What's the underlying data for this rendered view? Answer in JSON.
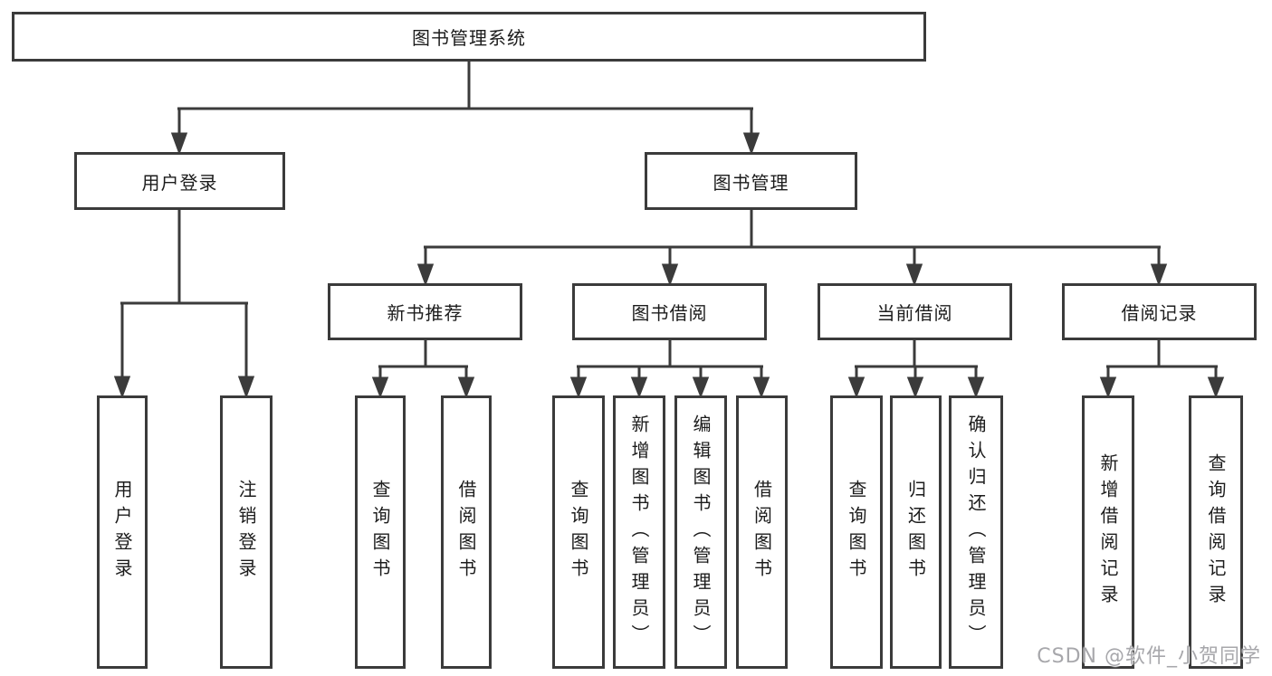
{
  "diagram": {
    "root": {
      "label": "图书管理系统"
    },
    "branches": [
      {
        "label": "用户登录",
        "children": [
          {
            "label": "用户登录"
          },
          {
            "label": "注销登录"
          }
        ]
      },
      {
        "label": "图书管理",
        "children": [
          {
            "label": "新书推荐",
            "children": [
              {
                "label": "查询图书"
              },
              {
                "label": "借阅图书"
              }
            ]
          },
          {
            "label": "图书借阅",
            "children": [
              {
                "label": "查询图书"
              },
              {
                "label": "新增图书（管理员）"
              },
              {
                "label": "编辑图书（管理员）"
              },
              {
                "label": "借阅图书"
              }
            ]
          },
          {
            "label": "当前借阅",
            "children": [
              {
                "label": "查询图书"
              },
              {
                "label": "归还图书"
              },
              {
                "label": "确认归还（管理员）"
              }
            ]
          },
          {
            "label": "借阅记录",
            "children": [
              {
                "label": "新增借阅记录"
              },
              {
                "label": "查询借阅记录"
              }
            ]
          }
        ]
      }
    ],
    "watermark": "CSDN @软件_小贺同学",
    "colors": {
      "line": "#3b3b3b",
      "box_border": "#3b3b3b",
      "box_fill": "#ffffff",
      "text": "#1c1c1c",
      "watermark": "#a7a7ab",
      "background": "#ffffff"
    }
  }
}
